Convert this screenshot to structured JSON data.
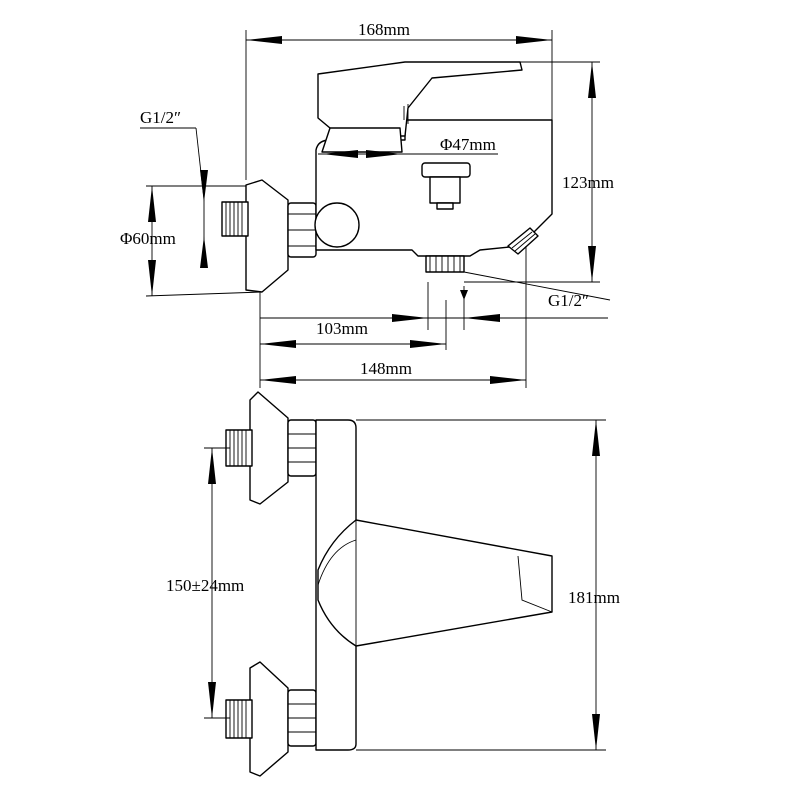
{
  "dimensions": {
    "overall_length": "168mm",
    "inlet_thread_left": "G1/2″",
    "flange_diameter": "Φ60mm",
    "handle_base_diameter": "Φ47mm",
    "height": "123mm",
    "outlet_thread": "G1/2″",
    "spout_offset": "103mm",
    "body_length": "148mm",
    "centers": "150±24mm",
    "body_width": "181mm"
  }
}
